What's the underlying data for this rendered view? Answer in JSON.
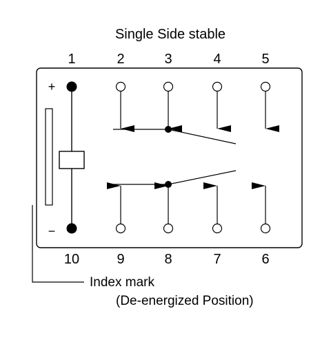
{
  "title": "Single Side stable",
  "top_pins": [
    "1",
    "2",
    "3",
    "4",
    "5"
  ],
  "bottom_pins": [
    "10",
    "9",
    "8",
    "7",
    "6"
  ],
  "polarity": {
    "plus": "+",
    "minus": "−"
  },
  "index_mark": {
    "line1": "Index mark",
    "line2": "(De-energized Position)"
  },
  "colors": {
    "ink": "#000000",
    "background": "#ffffff"
  }
}
